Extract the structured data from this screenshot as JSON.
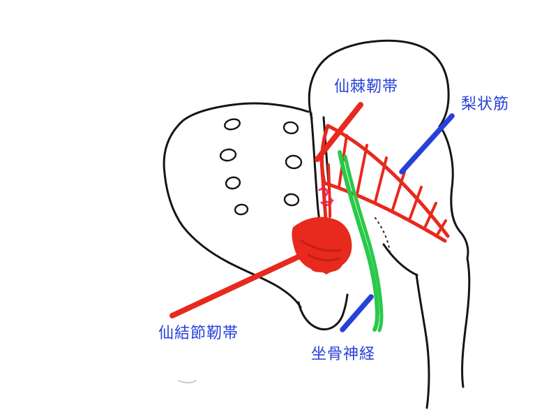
{
  "figure": {
    "labels": {
      "sacrospinous_ligament": "仙棘靭帯",
      "piriformis": "梨状筋",
      "sacrotuberous_ligament": "仙結節靭帯",
      "sciatic_nerve": "坐骨神経"
    },
    "colors": {
      "label-text": "#2741d8",
      "pointer-blue": "#2741d8",
      "structure-red": "#e8291d",
      "nerve-green": "#29c94a",
      "outline-black": "#151515",
      "accent-magenta": "#e8389b"
    }
  }
}
